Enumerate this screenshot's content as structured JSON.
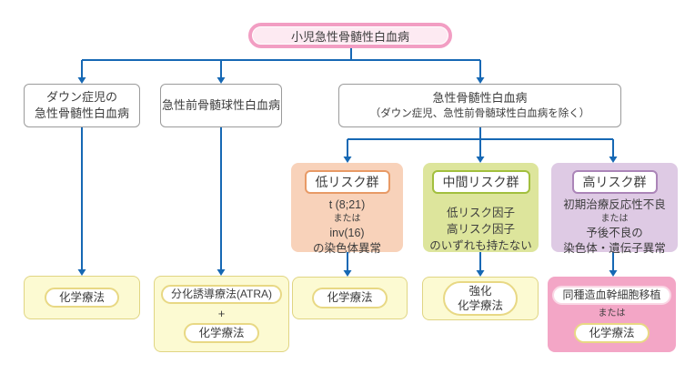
{
  "colors": {
    "arrow": "#1668b4",
    "root_border": "#f29ec3",
    "root_fill": "#fdeaf2",
    "branch_border": "#9b9b9b",
    "low_fill": "#f8d2ba",
    "low_border": "#e89a66",
    "mid_fill": "#dde59c",
    "mid_border": "#a2bf3e",
    "high_fill": "#decae4",
    "high_border": "#ab85b8",
    "yellow_fill": "#fcfad2",
    "yellow_border": "#e0d583",
    "pill_border": "#e8d884",
    "pink_fill": "#f3a6c6",
    "pink_pill_border": "#fad7e5",
    "text": "#3d3d3d"
  },
  "root": {
    "label": "小児急性骨髄性白血病"
  },
  "branches": [
    {
      "lines": [
        "ダウン症児の",
        "急性骨髄性白血病"
      ]
    },
    {
      "lines": [
        "急性前骨髄球性白血病"
      ]
    },
    {
      "lines": [
        "急性骨髄性白血病",
        "（ダウン症児、急性前骨髄球性白血病を除く）"
      ]
    }
  ],
  "risk_groups": [
    {
      "title": "低リスク群",
      "lines": [
        "t (8;21)",
        "または",
        "inv(16)",
        "の染色体異常"
      ]
    },
    {
      "title": "中間リスク群",
      "lines": [
        "低リスク因子",
        "高リスク因子",
        "のいずれも持たない"
      ]
    },
    {
      "title": "高リスク群",
      "lines": [
        "初期治療反応性不良",
        "または",
        "予後不良の",
        "染色体・遺伝子異常"
      ]
    }
  ],
  "treatments": {
    "down_syndrome": {
      "pill": "化学療法"
    },
    "apl": {
      "pill_top": "分化誘導療法(ATRA)",
      "connector": "+",
      "pill_bottom": "化学療法"
    },
    "low_risk": {
      "pill": "化学療法"
    },
    "intermediate_risk": {
      "pill_line1": "強化",
      "pill_line2": "化学療法"
    },
    "high_risk": {
      "pill_top": "同種造血幹細胞移植",
      "connector": "または",
      "pill_bottom": "化学療法"
    }
  }
}
